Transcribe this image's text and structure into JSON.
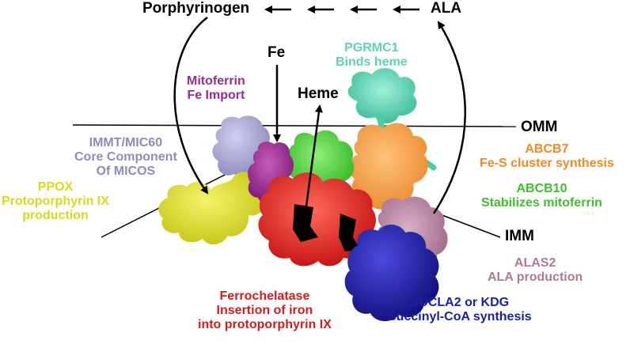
{
  "pathway": {
    "porphyrinogen": "Porphyrinogen",
    "ala": "ALA",
    "fe": "Fe",
    "heme": "Heme"
  },
  "membranes": {
    "omm": "OMM",
    "imm": "IMM"
  },
  "proteins": {
    "pgrmc1": {
      "name": "PGRMC1",
      "role": "Binds heme",
      "color": "#5fd3b0"
    },
    "mitoferrin": {
      "name": "Mitoferrin",
      "role": "Fe Import",
      "color": "#9b2a8f"
    },
    "immt": {
      "name": "IMMT/MIC60",
      "line2": "Core Component",
      "line3": "Of MICOS",
      "color": "#8c8cba"
    },
    "ppox": {
      "name": "PPOX",
      "line2": "Protoporphyrin IX",
      "line3": "production",
      "color": "#d9d91a"
    },
    "abcb7": {
      "name": "ABCB7",
      "role": "Fe-S cluster synthesis",
      "color": "#f0891e"
    },
    "abcb10": {
      "name": "ABCB10",
      "role": "Stabilizes mitoferrin",
      "color": "#3fbf2c"
    },
    "alas2": {
      "name": "ALAS2",
      "role": "ALA production",
      "color": "#b07898"
    },
    "sucla2": {
      "name": "SUCLA2 or KDG",
      "role": "Succinyl-CoA synthesis",
      "color": "#1c1caa"
    },
    "ferrochelatase": {
      "name": "Ferrochelatase",
      "line2": "Insertion of iron",
      "line3": "into protoporphyrin IX",
      "color": "#d41c1c"
    }
  }
}
